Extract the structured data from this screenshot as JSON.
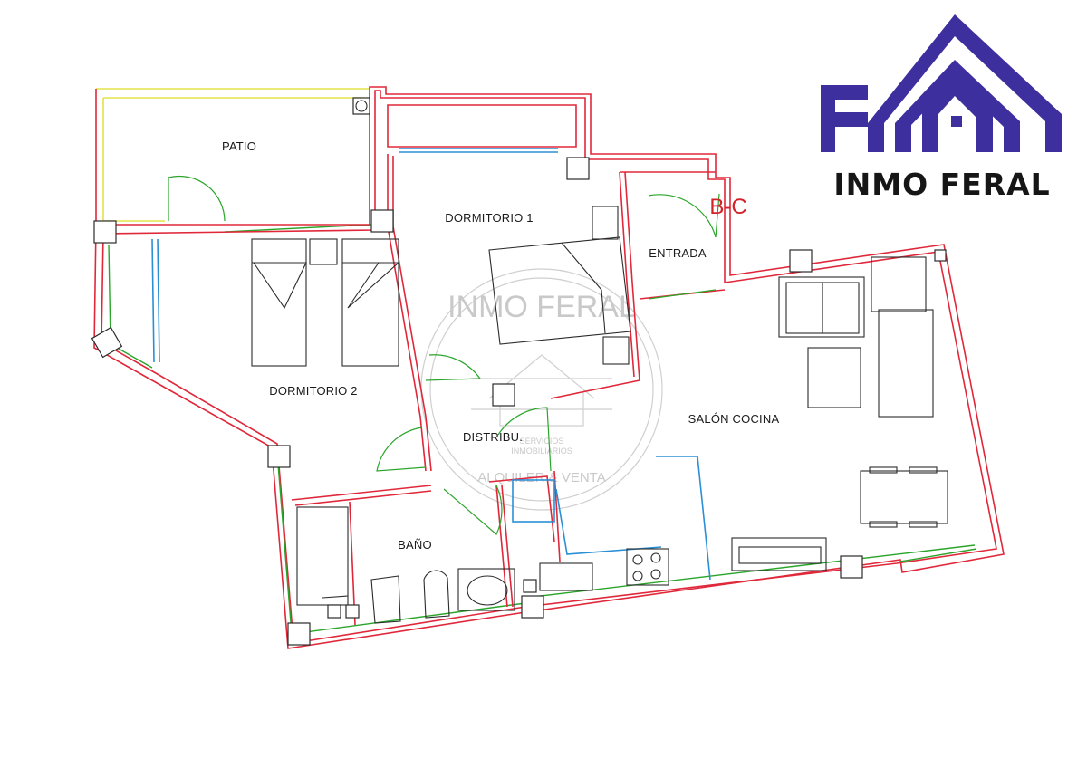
{
  "plan": {
    "unit_label": "B-C",
    "rooms": {
      "patio": "PATIO",
      "dormitorio1": "DORMITORIO 1",
      "dormitorio2": "DORMITORIO 2",
      "entrada": "ENTRADA",
      "salon_cocina": "SALÓN COCINA",
      "distribuidor": "DISTRIBU.",
      "bano": "BAÑO"
    },
    "watermark": {
      "top_text": "INMO FERAL",
      "mid_text_1": "SERVICIOS",
      "mid_text_2": "INMOBILIARIOS",
      "bottom_text": "ALQUILER & VENTA"
    },
    "colors": {
      "walls": "#e0283a",
      "inner_lines": "#2aa52a",
      "windows": "#2b8fd6",
      "patio_edge": "#e3e34a",
      "logo_purple": "#3d2f9e"
    }
  },
  "logo": {
    "brand": "INMO FERAL"
  }
}
